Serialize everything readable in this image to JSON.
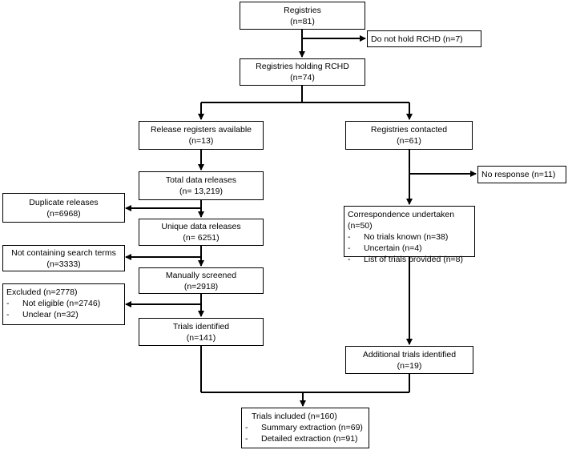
{
  "boxes": {
    "registries": [
      "Registries",
      "(n=81)"
    ],
    "not_rchd": [
      "Do not hold RCHD (n=7)"
    ],
    "holding": [
      "Registries holding RCHD",
      "(n=74)"
    ],
    "release_registers": [
      "Release registers available",
      "(n=13)"
    ],
    "contacted": [
      "Registries contacted",
      "(n=61)"
    ],
    "no_response": [
      "No response  (n=11)"
    ],
    "total_releases": [
      "Total data releases",
      "(n= 13,219)"
    ],
    "duplicate": [
      "Duplicate releases",
      "(n=6968)"
    ],
    "unique": [
      "Unique data releases",
      "(n= 6251)"
    ],
    "no_search_terms": [
      "Not containing search terms",
      "(n=3333)"
    ],
    "screened": [
      "Manually screened",
      "(n=2918)"
    ],
    "excluded": {
      "title": "Excluded (n=2778)",
      "items": [
        "Not eligible (n=2746)",
        "Unclear (n=32)"
      ]
    },
    "trials_identified": [
      "Trials identified",
      "(n=141)"
    ],
    "correspondence": {
      "title": "Correspondence  undertaken (n=50)",
      "items": [
        "No trials known (n=38)",
        "Uncertain (n=4)",
        "List of trials provided (n=8)"
      ]
    },
    "additional": [
      "Additional trials identified",
      "(n=19)"
    ],
    "included": {
      "title": "Trials included (n=160)",
      "items": [
        "Summary extraction (n=69)",
        "Detailed extraction (n=91)"
      ]
    }
  },
  "bullet": "-"
}
